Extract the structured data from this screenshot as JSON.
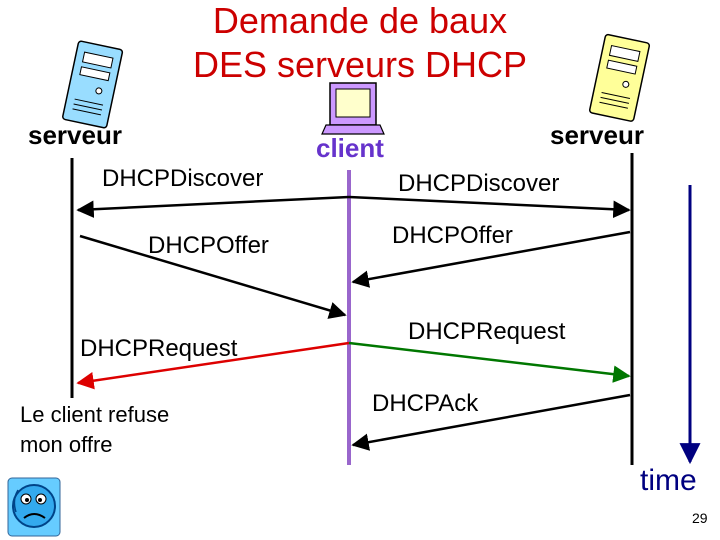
{
  "title_line1": "Demande de baux",
  "title_line2": "DES serveurs DHCP",
  "left_server_label": "serveur",
  "client_label": "client",
  "right_server_label": "serveur",
  "messages": {
    "discover_left": "DHCPDiscover",
    "discover_right": "DHCPDiscover",
    "offer_left": "DHCPOffer",
    "offer_right": "DHCPOffer",
    "request_left": "DHCPRequest",
    "request_right": "DHCPRequest",
    "ack": "DHCPAck"
  },
  "note": "Le client refuse\nmon offre",
  "time_label": "time",
  "page_number": "29",
  "colors": {
    "title": "#cc0000",
    "client_line": "#9966cc",
    "request_left": "#dd0000",
    "request_right": "#007700",
    "time_arrow": "#000080"
  },
  "icons": [
    "left-server-computer-icon",
    "client-computer-icon",
    "right-server-computer-icon",
    "sad-face-icon"
  ]
}
